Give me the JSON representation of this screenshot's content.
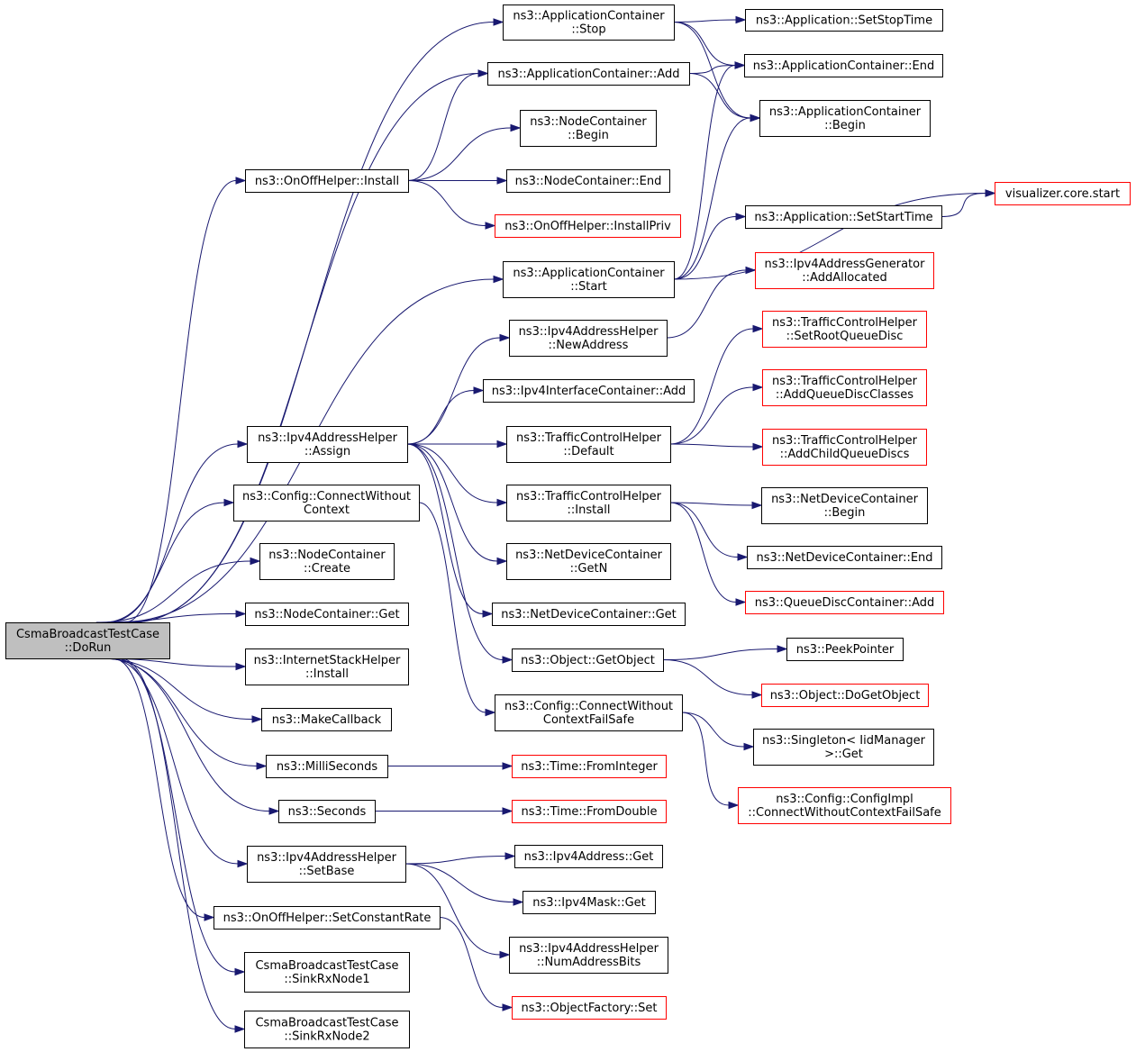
{
  "colors": {
    "edge": "#191970",
    "node_border_normal": "#000000",
    "node_border_truncated": "#ff0000",
    "root_fill": "#bfbfbf",
    "node_fill": "#ffffff"
  },
  "nodes": {
    "root": {
      "lines": [
        "CsmaBroadcastTestCase",
        "::DoRun"
      ],
      "kind": "root"
    },
    "app_stop": {
      "lines": [
        "ns3::ApplicationContainer",
        "::Stop"
      ],
      "kind": "normal"
    },
    "app_setstoptime": {
      "lines": [
        "ns3::Application::SetStopTime"
      ],
      "kind": "normal"
    },
    "appc_add": {
      "lines": [
        "ns3::ApplicationContainer::Add"
      ],
      "kind": "normal"
    },
    "appc_end": {
      "lines": [
        "ns3::ApplicationContainer::End"
      ],
      "kind": "normal"
    },
    "appc_begin": {
      "lines": [
        "ns3::ApplicationContainer",
        "::Begin"
      ],
      "kind": "normal"
    },
    "nc_begin": {
      "lines": [
        "ns3::NodeContainer",
        "::Begin"
      ],
      "kind": "normal"
    },
    "onoff_install": {
      "lines": [
        "ns3::OnOffHelper::Install"
      ],
      "kind": "normal"
    },
    "nc_end": {
      "lines": [
        "ns3::NodeContainer::End"
      ],
      "kind": "normal"
    },
    "onoff_installpriv": {
      "lines": [
        "ns3::OnOffHelper::InstallPriv"
      ],
      "kind": "truncated"
    },
    "viz_start": {
      "lines": [
        "visualizer.core.start"
      ],
      "kind": "truncated"
    },
    "app_setstarttime": {
      "lines": [
        "ns3::Application::SetStartTime"
      ],
      "kind": "normal"
    },
    "appc_start": {
      "lines": [
        "ns3::ApplicationContainer",
        "::Start"
      ],
      "kind": "normal"
    },
    "ipv4gen_addalloc": {
      "lines": [
        "ns3::Ipv4AddressGenerator",
        "::AddAllocated"
      ],
      "kind": "truncated"
    },
    "ipv4ah_newaddr": {
      "lines": [
        "ns3::Ipv4AddressHelper",
        "::NewAddress"
      ],
      "kind": "normal"
    },
    "tch_setroot": {
      "lines": [
        "ns3::TrafficControlHelper",
        "::SetRootQueueDisc"
      ],
      "kind": "truncated"
    },
    "ipv4ic_add": {
      "lines": [
        "ns3::Ipv4InterfaceContainer::Add"
      ],
      "kind": "normal"
    },
    "tch_addclasses": {
      "lines": [
        "ns3::TrafficControlHelper",
        "::AddQueueDiscClasses"
      ],
      "kind": "truncated"
    },
    "ipv4ah_assign": {
      "lines": [
        "ns3::Ipv4AddressHelper",
        "::Assign"
      ],
      "kind": "normal"
    },
    "tch_default": {
      "lines": [
        "ns3::TrafficControlHelper",
        "::Default"
      ],
      "kind": "normal"
    },
    "tch_addchild": {
      "lines": [
        "ns3::TrafficControlHelper",
        "::AddChildQueueDiscs"
      ],
      "kind": "truncated"
    },
    "cfg_connect": {
      "lines": [
        "ns3::Config::ConnectWithout",
        "Context"
      ],
      "kind": "normal"
    },
    "tch_install": {
      "lines": [
        "ns3::TrafficControlHelper",
        "::Install"
      ],
      "kind": "normal"
    },
    "ndc_begin": {
      "lines": [
        "ns3::NetDeviceContainer",
        "::Begin"
      ],
      "kind": "normal"
    },
    "nc_create": {
      "lines": [
        "ns3::NodeContainer",
        "::Create"
      ],
      "kind": "normal"
    },
    "ndc_getn": {
      "lines": [
        "ns3::NetDeviceContainer",
        "::GetN"
      ],
      "kind": "normal"
    },
    "ndc_end": {
      "lines": [
        "ns3::NetDeviceContainer::End"
      ],
      "kind": "normal"
    },
    "qdc_add": {
      "lines": [
        "ns3::QueueDiscContainer::Add"
      ],
      "kind": "truncated"
    },
    "nc_get": {
      "lines": [
        "ns3::NodeContainer::Get"
      ],
      "kind": "normal"
    },
    "ndc_get": {
      "lines": [
        "ns3::NetDeviceContainer::Get"
      ],
      "kind": "normal"
    },
    "ish_install": {
      "lines": [
        "ns3::InternetStackHelper",
        "::Install"
      ],
      "kind": "normal"
    },
    "obj_getobject": {
      "lines": [
        "ns3::Object::GetObject"
      ],
      "kind": "normal"
    },
    "peekpointer": {
      "lines": [
        "ns3::PeekPointer"
      ],
      "kind": "normal"
    },
    "obj_dogetobject": {
      "lines": [
        "ns3::Object::DoGetObject"
      ],
      "kind": "truncated"
    },
    "makecallback": {
      "lines": [
        "ns3::MakeCallback"
      ],
      "kind": "normal"
    },
    "cfg_connectfailsafe": {
      "lines": [
        "ns3::Config::ConnectWithout",
        "ContextFailSafe"
      ],
      "kind": "normal"
    },
    "singleton_get": {
      "lines": [
        "ns3::Singleton< IidManager",
        ">::Get"
      ],
      "kind": "normal"
    },
    "milliseconds": {
      "lines": [
        "ns3::MilliSeconds"
      ],
      "kind": "normal"
    },
    "time_fromint": {
      "lines": [
        "ns3::Time::FromInteger"
      ],
      "kind": "truncated"
    },
    "cfgimpl": {
      "lines": [
        "ns3::Config::ConfigImpl",
        "::ConnectWithoutContextFailSafe"
      ],
      "kind": "truncated"
    },
    "seconds": {
      "lines": [
        "ns3::Seconds"
      ],
      "kind": "normal"
    },
    "time_fromdouble": {
      "lines": [
        "ns3::Time::FromDouble"
      ],
      "kind": "truncated"
    },
    "ipv4ah_setbase": {
      "lines": [
        "ns3::Ipv4AddressHelper",
        "::SetBase"
      ],
      "kind": "normal"
    },
    "ipv4addr_get": {
      "lines": [
        "ns3::Ipv4Address::Get"
      ],
      "kind": "normal"
    },
    "ipv4mask_get": {
      "lines": [
        "ns3::Ipv4Mask::Get"
      ],
      "kind": "normal"
    },
    "onoff_setrate": {
      "lines": [
        "ns3::OnOffHelper::SetConstantRate"
      ],
      "kind": "normal"
    },
    "ipv4ah_numbits": {
      "lines": [
        "ns3::Ipv4AddressHelper",
        "::NumAddressBits"
      ],
      "kind": "normal"
    },
    "sinkrx1": {
      "lines": [
        "CsmaBroadcastTestCase",
        "::SinkRxNode1"
      ],
      "kind": "normal"
    },
    "objfactory_set": {
      "lines": [
        "ns3::ObjectFactory::Set"
      ],
      "kind": "truncated"
    },
    "sinkrx2": {
      "lines": [
        "CsmaBroadcastTestCase",
        "::SinkRxNode2"
      ],
      "kind": "normal"
    }
  },
  "edges": [
    [
      "root",
      "app_stop"
    ],
    [
      "root",
      "appc_add"
    ],
    [
      "root",
      "onoff_install"
    ],
    [
      "root",
      "appc_start"
    ],
    [
      "root",
      "ipv4ah_assign"
    ],
    [
      "root",
      "cfg_connect"
    ],
    [
      "root",
      "nc_create"
    ],
    [
      "root",
      "nc_get"
    ],
    [
      "root",
      "ish_install"
    ],
    [
      "root",
      "makecallback"
    ],
    [
      "root",
      "milliseconds"
    ],
    [
      "root",
      "seconds"
    ],
    [
      "root",
      "ipv4ah_setbase"
    ],
    [
      "root",
      "onoff_setrate"
    ],
    [
      "root",
      "sinkrx1"
    ],
    [
      "root",
      "sinkrx2"
    ],
    [
      "app_stop",
      "app_setstoptime"
    ],
    [
      "app_stop",
      "appc_end"
    ],
    [
      "app_stop",
      "appc_begin"
    ],
    [
      "appc_add",
      "appc_end"
    ],
    [
      "appc_add",
      "appc_begin"
    ],
    [
      "onoff_install",
      "appc_add"
    ],
    [
      "onoff_install",
      "nc_begin"
    ],
    [
      "onoff_install",
      "nc_end"
    ],
    [
      "onoff_install",
      "onoff_installpriv"
    ],
    [
      "appc_start",
      "appc_end"
    ],
    [
      "appc_start",
      "appc_begin"
    ],
    [
      "appc_start",
      "viz_start"
    ],
    [
      "appc_start",
      "app_setstarttime"
    ],
    [
      "app_setstarttime",
      "viz_start"
    ],
    [
      "ipv4ah_newaddr",
      "ipv4gen_addalloc"
    ],
    [
      "ipv4ah_assign",
      "ipv4ah_newaddr"
    ],
    [
      "ipv4ah_assign",
      "ipv4ic_add"
    ],
    [
      "ipv4ah_assign",
      "tch_default"
    ],
    [
      "ipv4ah_assign",
      "tch_install"
    ],
    [
      "ipv4ah_assign",
      "ndc_getn"
    ],
    [
      "ipv4ah_assign",
      "ndc_get"
    ],
    [
      "ipv4ah_assign",
      "obj_getobject"
    ],
    [
      "tch_default",
      "tch_setroot"
    ],
    [
      "tch_default",
      "tch_addclasses"
    ],
    [
      "tch_default",
      "tch_addchild"
    ],
    [
      "tch_install",
      "ndc_begin"
    ],
    [
      "tch_install",
      "ndc_end"
    ],
    [
      "tch_install",
      "qdc_add"
    ],
    [
      "cfg_connect",
      "cfg_connectfailsafe"
    ],
    [
      "obj_getobject",
      "peekpointer"
    ],
    [
      "obj_getobject",
      "obj_dogetobject"
    ],
    [
      "cfg_connectfailsafe",
      "singleton_get"
    ],
    [
      "cfg_connectfailsafe",
      "cfgimpl"
    ],
    [
      "milliseconds",
      "time_fromint"
    ],
    [
      "seconds",
      "time_fromdouble"
    ],
    [
      "ipv4ah_setbase",
      "ipv4addr_get"
    ],
    [
      "ipv4ah_setbase",
      "ipv4mask_get"
    ],
    [
      "ipv4ah_setbase",
      "ipv4ah_numbits"
    ],
    [
      "onoff_setrate",
      "objfactory_set"
    ]
  ]
}
